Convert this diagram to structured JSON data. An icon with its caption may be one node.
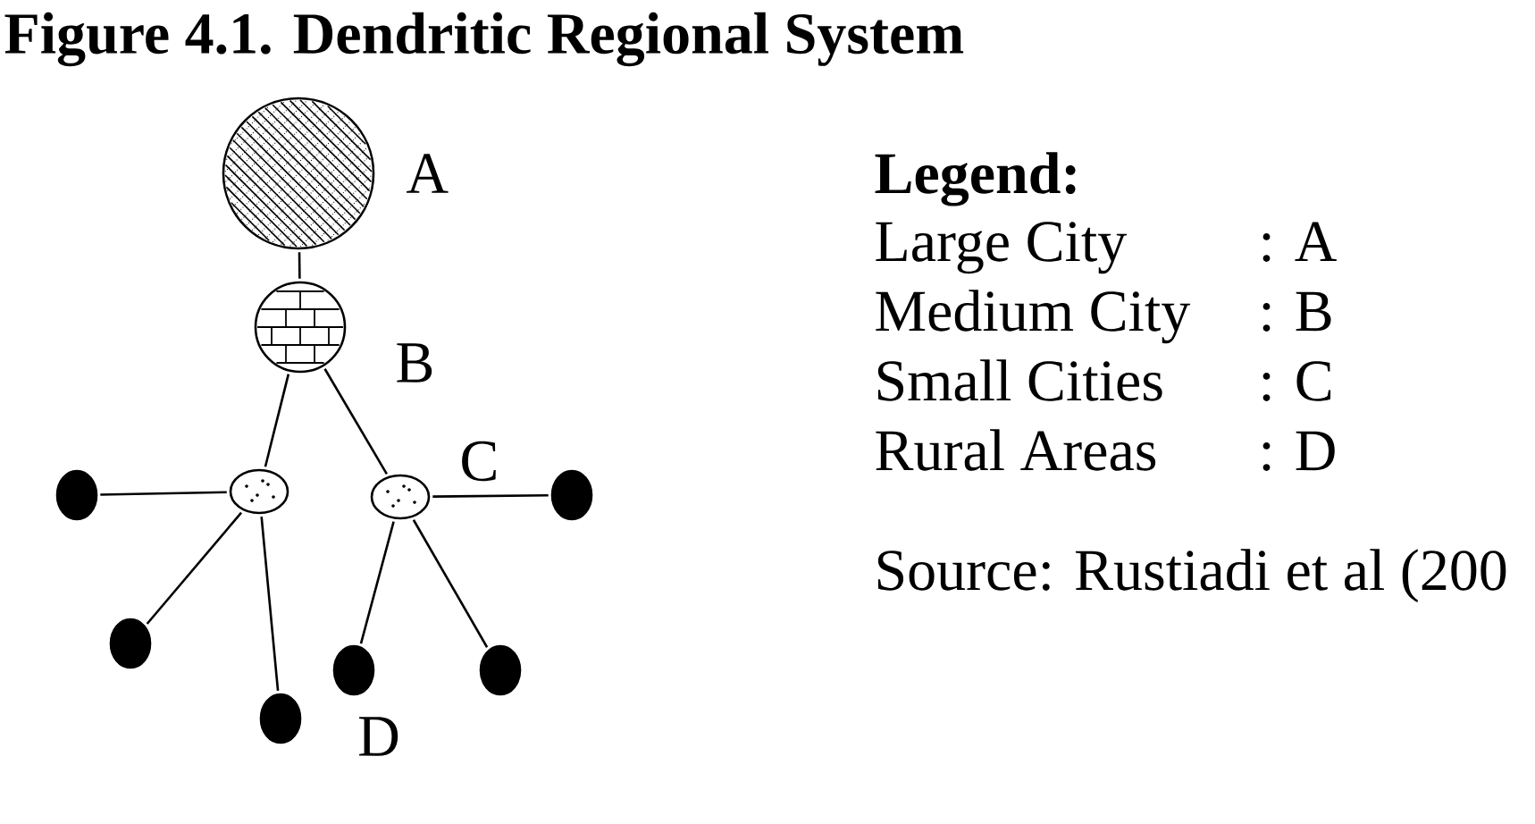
{
  "diagram": {
    "title": "Figure 4.1. Dendritic Regional System",
    "nodes": [
      {
        "text": [],
        "shape": "circle",
        "beside": [
          "A"
        ]
      },
      {
        "text": [],
        "shape": "circle",
        "beside": [
          "B"
        ]
      },
      {
        "text": [],
        "shape": "circle"
      },
      {
        "text": [],
        "shape": "circle",
        "beside": [
          "C"
        ]
      },
      {
        "text": [],
        "shape": "circle"
      },
      {
        "text": [],
        "shape": "circle"
      },
      {
        "text": [],
        "shape": "circle"
      },
      {
        "text": [],
        "shape": "circle"
      },
      {
        "text": [],
        "shape": "circle"
      },
      {
        "text": [],
        "shape": "circle"
      }
    ],
    "edges": [
      {
        "from": 0,
        "to": 1,
        "arrow": "none"
      },
      {
        "from": 1,
        "to": 2,
        "arrow": "none"
      },
      {
        "from": 1,
        "to": 3,
        "arrow": "none"
      },
      {
        "from": 2,
        "to": 4,
        "arrow": "none"
      },
      {
        "from": 2,
        "to": 5,
        "arrow": "none"
      },
      {
        "from": 2,
        "to": 6,
        "arrow": "none"
      },
      {
        "from": 3,
        "to": 7,
        "arrow": "none"
      },
      {
        "from": 3,
        "to": 8,
        "arrow": "none"
      },
      {
        "from": 3,
        "to": 9,
        "arrow": "none"
      }
    ],
    "labels": [
      "D",
      "Legend:",
      "Large City",
      ": A",
      "Medium City",
      ": B",
      "Small Cities",
      ": C",
      "Rural Areas",
      ": D",
      "Source: Rustiadi et al (200"
    ]
  }
}
